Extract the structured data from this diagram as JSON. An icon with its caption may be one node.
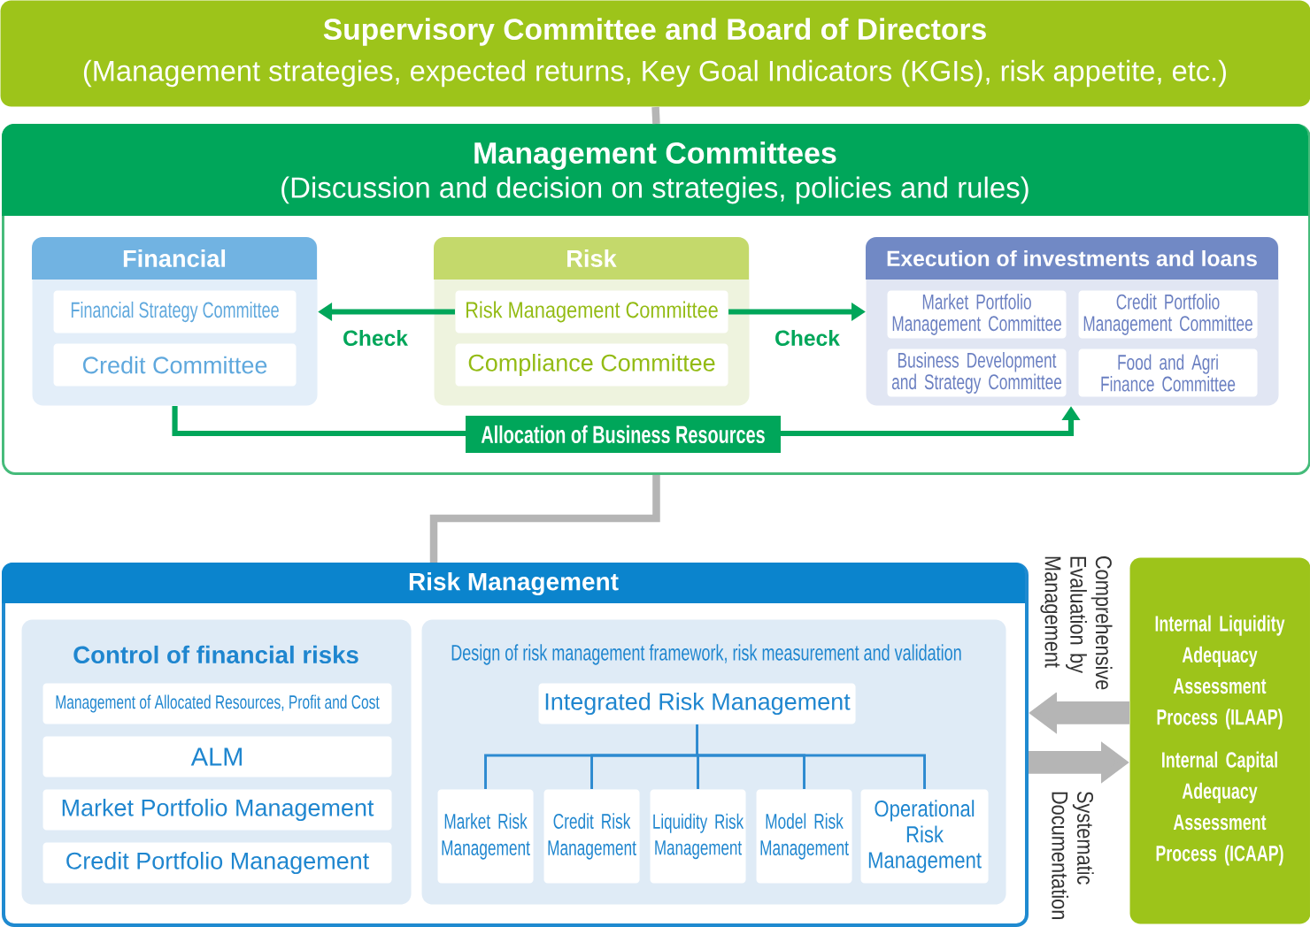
{
  "diagram": {
    "nodes": [
      {
        "text": [
          "Supervisory Committee and Board of Directors",
          "(Management strategies, expected returns, Key Goal Indicators (KGIs), risk appetite, etc.)"
        ]
      },
      {
        "text": [
          "Management Committees",
          "(Discussion and decision on strategies, policies and rules)"
        ]
      },
      {
        "text": [
          "Financial"
        ],
        "in": 1
      },
      {
        "text": [
          "Financial Strategy Committee"
        ],
        "in": 2
      },
      {
        "text": [
          "Credit Committee"
        ],
        "in": 2
      },
      {
        "text": [
          "Risk"
        ],
        "in": 1
      },
      {
        "text": [
          "Risk Management Committee"
        ],
        "in": 5
      },
      {
        "text": [
          "Compliance Committee"
        ],
        "in": 5
      },
      {
        "text": [
          "Execution of investments and loans"
        ],
        "in": 1
      },
      {
        "text": [
          "Market Portfolio Management Committee"
        ],
        "in": 8
      },
      {
        "text": [
          "Credit Portfolio Management Committee"
        ],
        "in": 8
      },
      {
        "text": [
          "Business Development and Strategy Committee"
        ],
        "in": 8
      },
      {
        "text": [
          "Food and Agri Finance Committee"
        ],
        "in": 8
      },
      {
        "text": [
          "Risk Management"
        ]
      },
      {
        "text": [
          "Control of financial risks"
        ],
        "in": 13
      },
      {
        "text": [
          "Management of Allocated Resources, Profit and Cost"
        ],
        "in": 14
      },
      {
        "text": [
          "ALM"
        ],
        "in": 14
      },
      {
        "text": [
          "Market Portfolio Management"
        ],
        "in": 14
      },
      {
        "text": [
          "Credit Portfolio Management"
        ],
        "in": 14
      },
      {
        "text": [
          "Design of risk management framework, risk measurement and validation"
        ],
        "in": 13
      },
      {
        "text": [
          "Integrated Risk Management"
        ],
        "in": 19
      },
      {
        "text": [
          "Market Risk Management"
        ],
        "in": 19
      },
      {
        "text": [
          "Credit Risk Management"
        ],
        "in": 19
      },
      {
        "text": [
          "Liquidity Risk Management"
        ],
        "in": 19
      },
      {
        "text": [
          "Model Risk Management"
        ],
        "in": 19
      },
      {
        "text": [
          "Operational Risk Management"
        ],
        "in": 19
      },
      {
        "text": [
          "Internal Liquidity Adequacy Assessment Process (ILAAP)",
          "Internal Capital Adequacy Assessment Process (ICAAP)"
        ]
      }
    ],
    "edges": [
      {
        "from": 0,
        "to": 1,
        "arrow": "none",
        "color": "#b5b5b5"
      },
      {
        "from": 6,
        "to": 2,
        "arrow": "to",
        "label": "Check",
        "color": "#00a65a"
      },
      {
        "from": 6,
        "to": 8,
        "arrow": "to",
        "label": "Check",
        "color": "#00a65a"
      },
      {
        "from": 2,
        "to": 8,
        "arrow": "to",
        "label": "Allocation of Business Resources",
        "color": "#00a65a"
      },
      {
        "from": 1,
        "to": 13,
        "arrow": "none",
        "color": "#b5b5b5"
      },
      {
        "from": 20,
        "to": 21,
        "arrow": "none"
      },
      {
        "from": 20,
        "to": 22,
        "arrow": "none"
      },
      {
        "from": 20,
        "to": 23,
        "arrow": "none"
      },
      {
        "from": 20,
        "to": 24,
        "arrow": "none"
      },
      {
        "from": 20,
        "to": 25,
        "arrow": "none"
      },
      {
        "from": 26,
        "to": 13,
        "arrow": "to",
        "label": "Comprehensive Evaluation by Management",
        "style": "thick",
        "color": "#b5b5b5"
      },
      {
        "from": 13,
        "to": 26,
        "arrow": "to",
        "label": "Systematic Documentation",
        "style": "thick",
        "color": "#b5b5b5"
      }
    ]
  }
}
